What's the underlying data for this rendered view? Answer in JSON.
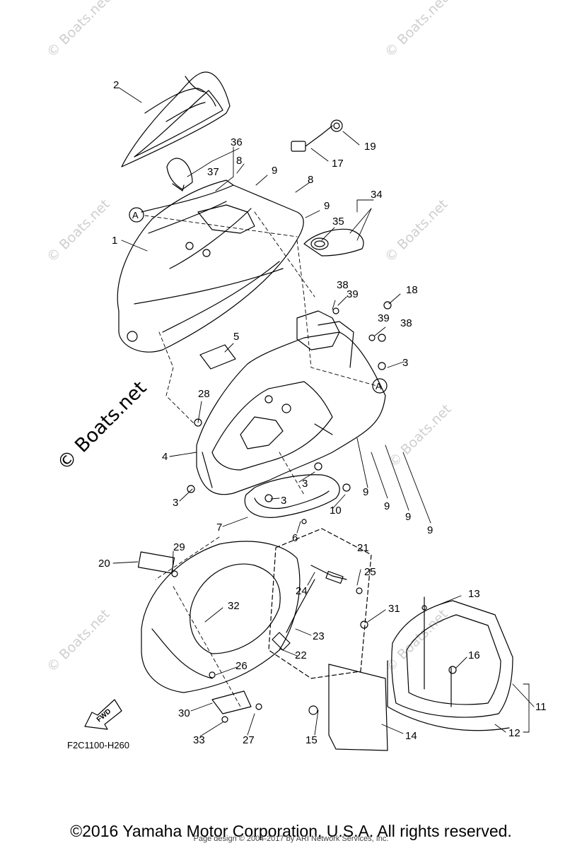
{
  "watermarks": {
    "small": "© Boats.net",
    "large": "© Boats.net"
  },
  "callouts": [
    "1",
    "2",
    "3",
    "4",
    "5",
    "6",
    "7",
    "8",
    "9",
    "10",
    "11",
    "12",
    "13",
    "14",
    "15",
    "16",
    "17",
    "18",
    "19",
    "20",
    "21",
    "22",
    "23",
    "24",
    "25",
    "26",
    "27",
    "28",
    "29",
    "30",
    "31",
    "32",
    "33",
    "34",
    "35",
    "36",
    "37",
    "38",
    "39"
  ],
  "reference_marker": "A",
  "fwd_label": "FWD",
  "diagram_code": "F2C1100-H260",
  "copyright": "©2016 Yamaha Motor Corporation, U.S.A. All rights reserved.",
  "page_design": "Page design © 2004-2017 by ARI Network Services, Inc.",
  "colors": {
    "line": "#000000",
    "watermark": "#cfcfcf",
    "background": "#ffffff"
  }
}
